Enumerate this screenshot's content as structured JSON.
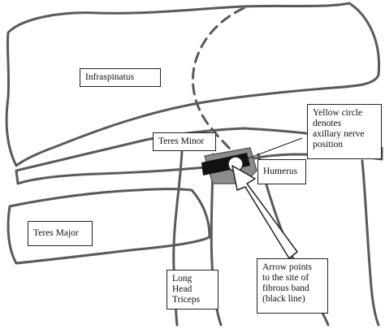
{
  "labels": {
    "infraspinatus": "Infraspinatus",
    "teres_minor": "Teres Minor",
    "teres_major": "Teres Major",
    "humerus": "Humerus",
    "long_head_triceps": "Long Head\nTriceps",
    "yellow_circle_note": "Yellow circle\ndenotes\naxillary nerve\nposition",
    "arrow_note": "Arrow points\nto the site of\nfibrous band\n(black line)"
  },
  "colors": {
    "outline": "#5a5a5a",
    "label_border": "#222222",
    "fibrous_band": "#111111",
    "shaded_region": "#8c8c8c",
    "nerve_marker": "#ffffff"
  }
}
